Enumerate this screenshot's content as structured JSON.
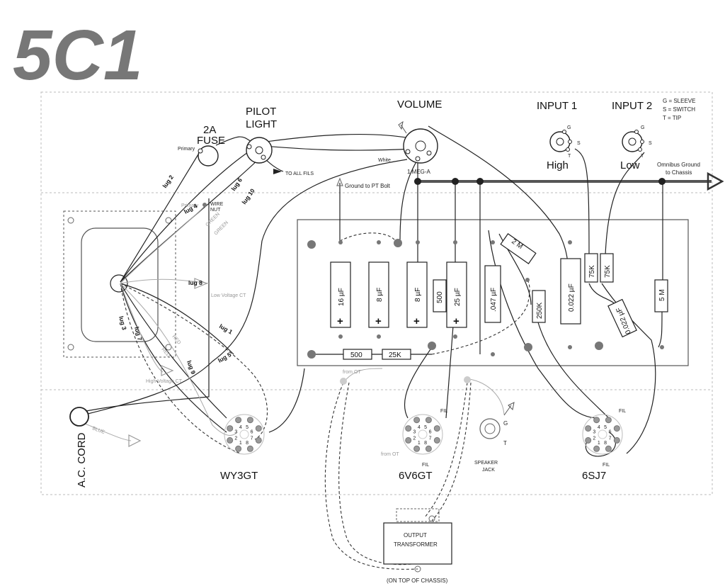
{
  "title": "5C1",
  "labels": {
    "fuse": [
      "2A",
      "FUSE"
    ],
    "fuse_primary": "Primary",
    "pilot": [
      "PILOT",
      "LIGHT"
    ],
    "to_all_fils": "TO ALL FILS",
    "volume": "VOLUME",
    "volume_pot": "1 MEG-A",
    "white": "White",
    "input1": "INPUT 1",
    "input2": "INPUT 2",
    "high": "High",
    "low": "Low",
    "legend": [
      "G = SLEEVE",
      "S = SWITCH",
      "T = TIP"
    ],
    "jack_g": "G",
    "jack_s": "S",
    "jack_t": "T",
    "omnibus": [
      "Omnibus Ground",
      "to Chassis"
    ],
    "ground_pt": "Ground to PT Bolt",
    "primary": "Primary",
    "wire_nut": [
      "WIRE",
      "NUT"
    ],
    "low_voltage_ct": "Low Voltage CT",
    "high_voltage_ct": "High Voltage CT",
    "from_ot_1": "from OT",
    "from_ot_2": "from OT",
    "speaker_jack": [
      "SPEAKER",
      "JACK"
    ],
    "fil": "FIL",
    "ac_cord": "A.C. CORD",
    "output_transformer": [
      "OUTPUT",
      "TRANSFORMER"
    ],
    "on_top": "(ON TOP OF CHASSIS)",
    "lugs": [
      "lug 2",
      "lug 6",
      "lug 10",
      "lug 4",
      "lug 8",
      "lug 3",
      "lug 7",
      "lug 1",
      "lug 9",
      "lug 5"
    ],
    "wire_colors": [
      "GREEN",
      "GREEN",
      "RED",
      "RED",
      "BLUE"
    ]
  },
  "components": {
    "cap16": "16 µF",
    "cap8a": "8 µF",
    "cap8b": "8 µF",
    "cap25": "25 µF",
    "res500v": "500",
    "cap047": ".047 µF",
    "res2m": "2 M",
    "res250k": "250K",
    "cap022a": "0.022 µF",
    "res75ka": "75K",
    "res75kb": "75K",
    "cap022b": "0.022 µF",
    "res5m": "5 M",
    "res500h": "500",
    "res25k": "25K",
    "plus": "+"
  },
  "tubes": {
    "wy3gt": {
      "name": "WY3GT",
      "pins": [
        "1",
        "2",
        "3",
        "4",
        "5",
        "6",
        "7",
        "8"
      ]
    },
    "v6v6gt": {
      "name": "6V6GT",
      "pins": [
        "1",
        "2",
        "3",
        "4",
        "5",
        "6",
        "7",
        "8"
      ]
    },
    "v6sj7": {
      "name": "6SJ7",
      "pins": [
        "1",
        "2",
        "3",
        "4",
        "5",
        "6",
        "7",
        "8"
      ]
    }
  },
  "colors": {
    "title": "#777777",
    "ground_bus": "#555555",
    "board_line": "#666666",
    "wire": "#222222",
    "faint": "#aaaaaa"
  }
}
